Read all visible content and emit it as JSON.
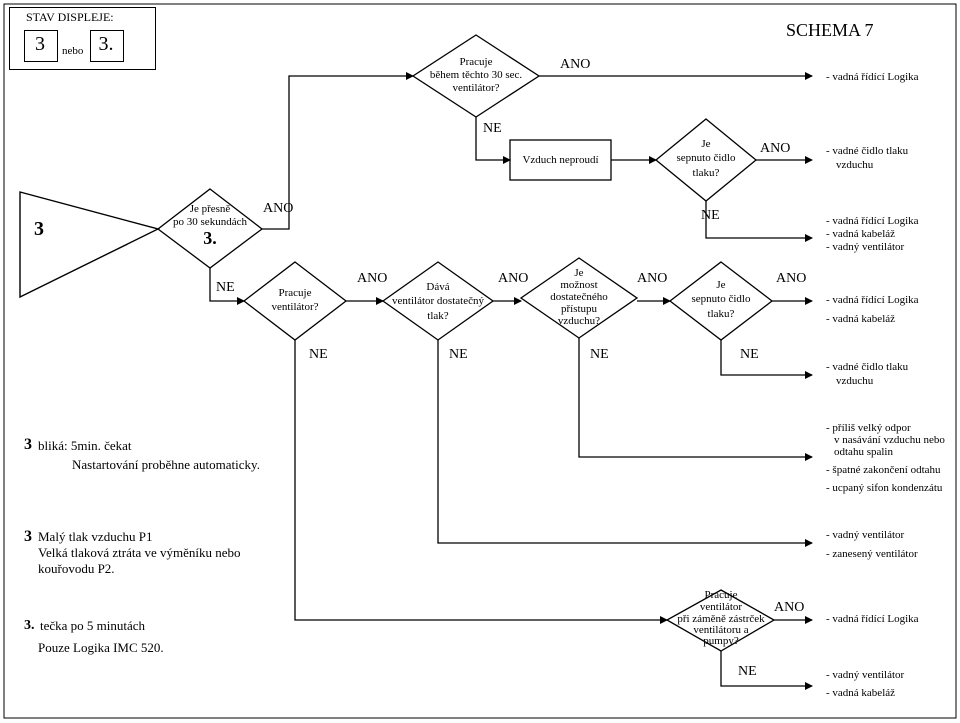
{
  "status_box": {
    "title": "STAV DISPLEJE:",
    "digit": "3",
    "nebo": "nebo",
    "digit_dot": "3."
  },
  "schema_title": "SCHEMA 7",
  "display_symbol": "3",
  "decisions": {
    "d_exact": [
      "Je přesně",
      "po 30 sekundách"
    ],
    "d_exact_value": "3.",
    "d_run30": [
      "Pracuje",
      "během těchto 30 sec.",
      "ventilátor?"
    ],
    "d_sensor1": [
      "Je",
      "sepnuto čidlo",
      "tlaku?"
    ],
    "d_fan": [
      "Pracuje",
      "ventilátor?"
    ],
    "d_pressure": [
      "Dává",
      "ventilátor dostatečný",
      "tlak?"
    ],
    "d_air": [
      "Je",
      "možnost",
      "dostatečného",
      "přístupu",
      "vzduchu?"
    ],
    "d_sensor2": [
      "Je",
      "sepnuto čidlo",
      "tlaku?"
    ],
    "d_pump": [
      "Pracuje",
      "ventilátor",
      "při záměně zástrček",
      "ventilátoru a",
      "pumpy?"
    ]
  },
  "no_air": "Vzduch neproudí",
  "answers": {
    "yes": "ANO",
    "no": "NE"
  },
  "results": {
    "r1": [
      "- vadná řídící Logika"
    ],
    "r2": [
      "- vadné čidlo tlaku",
      "vzduchu"
    ],
    "r3": [
      "- vadná řídící Logika",
      "- vadná kabeláž",
      "- vadný ventilátor"
    ],
    "r4": [
      "- vadná řídící Logika",
      "- vadná kabeláž"
    ],
    "r5": [
      "- vadné čidlo tlaku",
      "vzduchu"
    ],
    "r6": [
      "- příliš velký odpor",
      "v nasávání vzduchu nebo",
      "odtahu spalin",
      "- špatné zakončení odtahu",
      "- ucpaný sifon kondenzátu"
    ],
    "r7": [
      "- vadný ventilátor",
      "- zanesený ventilátor"
    ],
    "r8": [
      "- vadná řídící Logika"
    ],
    "r9": [
      "- vadný ventilátor",
      "- vadná kabeláž"
    ]
  },
  "notes": {
    "n1_symbol": "3",
    "n1_line1": "bliká: 5min. čekat",
    "n1_line2": "Nastartování proběhne automaticky.",
    "n2_symbol": "3",
    "n2_line1": "Malý tlak vzduchu P1",
    "n2_line2": "Velká tlaková ztráta ve výměníku nebo",
    "n2_line3": "kouřovodu P2.",
    "n3_symbol": "3.",
    "n3_line1": "tečka po 5 minutách",
    "n3_line2": "Pouze Logika IMC 520."
  }
}
